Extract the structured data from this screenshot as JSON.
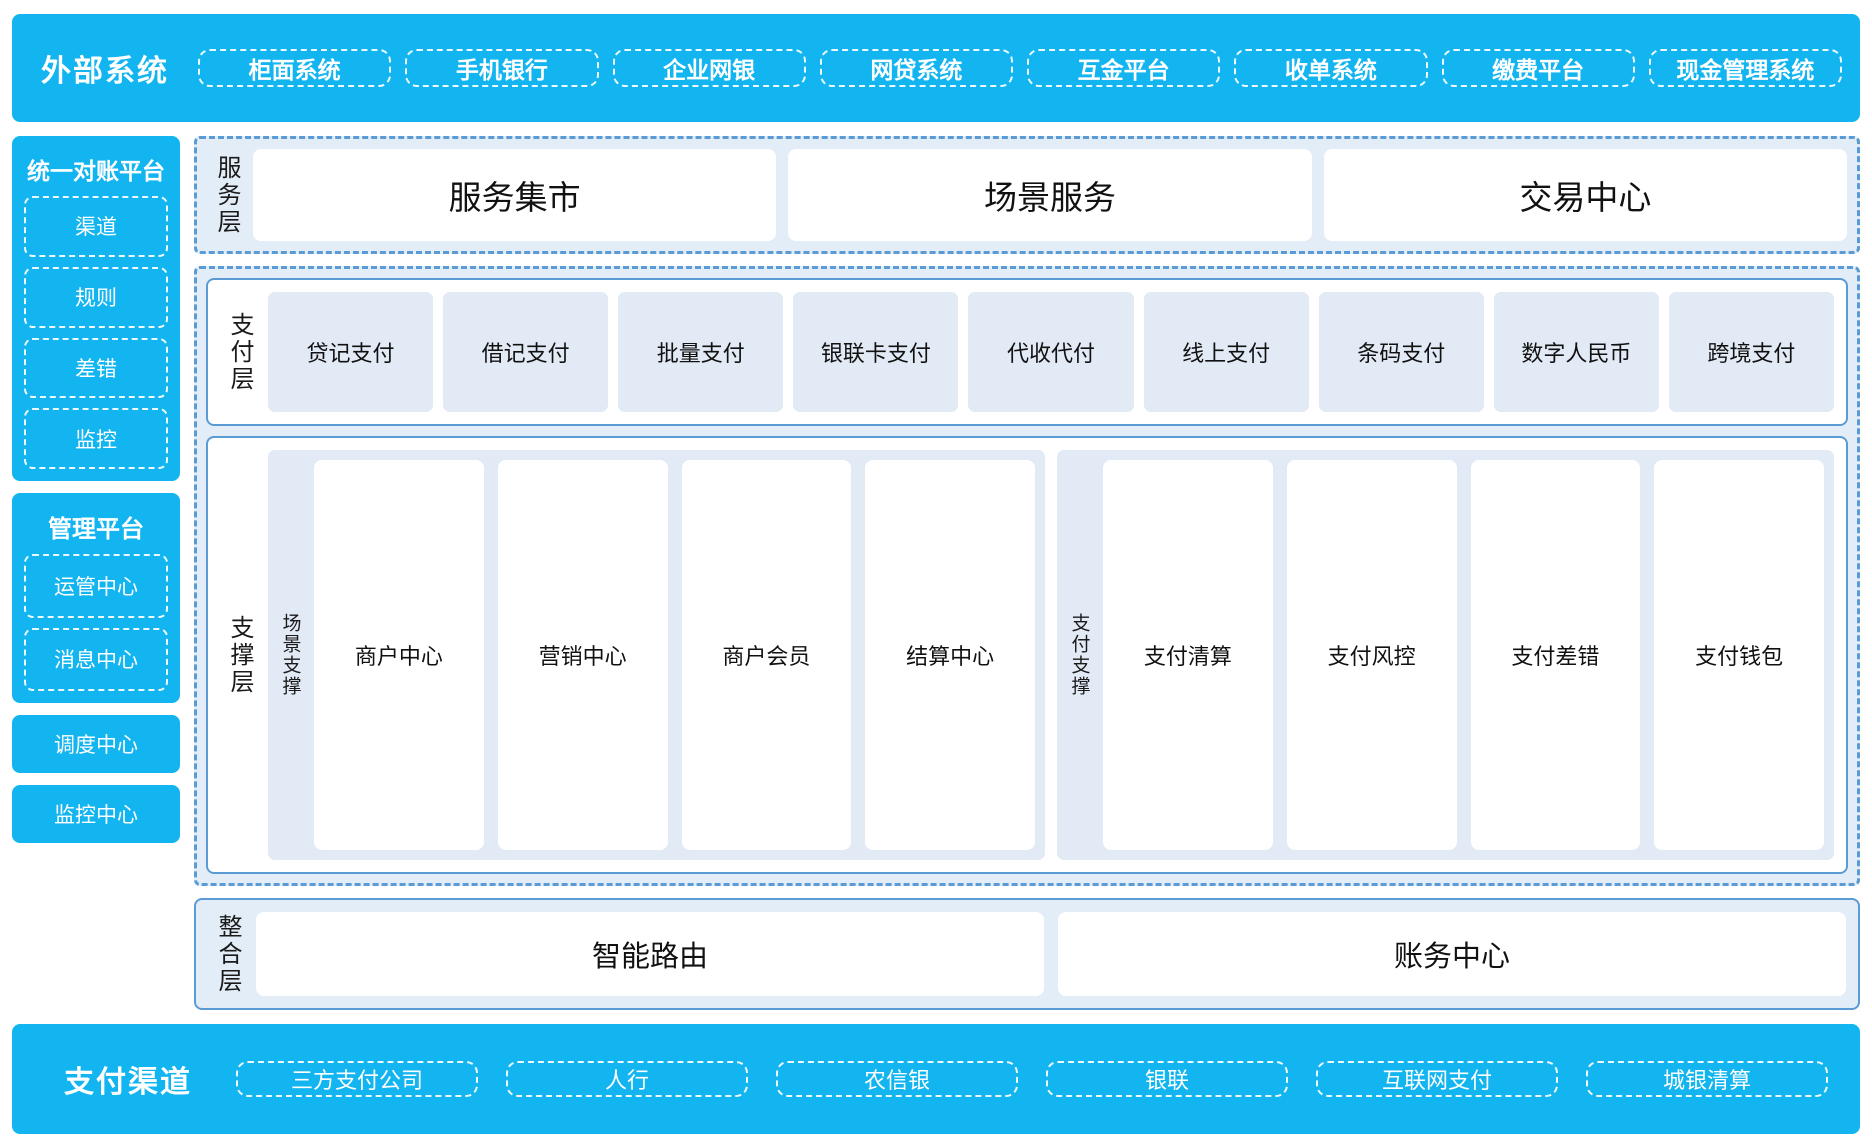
{
  "external": {
    "title": "外部系统",
    "items": [
      "柜面系统",
      "手机银行",
      "企业网银",
      "网贷系统",
      "互金平台",
      "收单系统",
      "缴费平台",
      "现金管理系统"
    ]
  },
  "rail": {
    "recon": {
      "title": "统一对账平台",
      "items": [
        "渠道",
        "规则",
        "差错",
        "监控"
      ]
    },
    "mgmt": {
      "title": "管理平台",
      "items": [
        "运管中心",
        "消息中心"
      ]
    },
    "standalone": [
      "调度中心",
      "监控中心"
    ]
  },
  "service_layer": {
    "label": "服务层",
    "cards": [
      "服务集市",
      "场景服务",
      "交易中心"
    ]
  },
  "payment_layer": {
    "label": "支付层",
    "cards": [
      "贷记支付",
      "借记支付",
      "批量支付",
      "银联卡支付",
      "代收代付",
      "线上支付",
      "条码支付",
      "数字人民币",
      "跨境支付"
    ]
  },
  "support_layer": {
    "label": "支撑层",
    "groups": [
      {
        "label": "场景支撑",
        "cards": [
          "商户中心",
          "营销中心",
          "商户会员",
          "结算中心"
        ]
      },
      {
        "label": "支付支撑",
        "cards": [
          "支付清算",
          "支付风控",
          "支付差错",
          "支付钱包"
        ]
      }
    ]
  },
  "integration_layer": {
    "label": "整合层",
    "cards": [
      "智能路由",
      "账务中心"
    ]
  },
  "channel": {
    "title": "支付渠道",
    "items": [
      "三方支付公司",
      "人行",
      "农信银",
      "银联",
      "互联网支付",
      "城银清算"
    ]
  },
  "colors": {
    "brand_blue": "#13B5F0",
    "dash_blue": "#5B9BD5",
    "panel_bg": "#E3EDF7",
    "card_bg": "#E1EAF5",
    "white": "#FFFFFF"
  }
}
